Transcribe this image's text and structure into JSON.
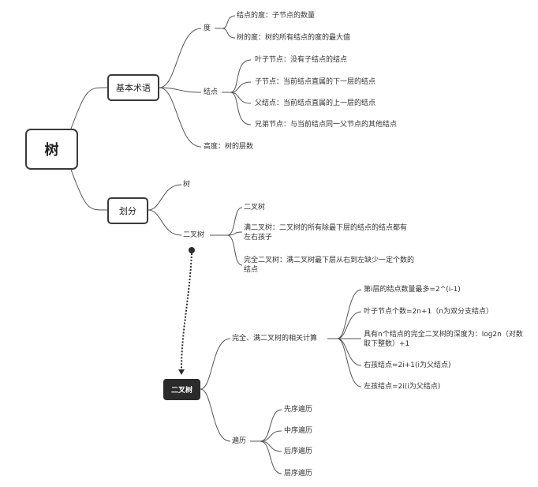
{
  "root": {
    "label": "树"
  },
  "basic_terms": {
    "label": "基本术语",
    "degree": {
      "label": "度",
      "items": [
        "结点的度：子节点的数量",
        "树的度：树的所有结点的度的最大值"
      ]
    },
    "node": {
      "label": "结点",
      "items": [
        "叶子节点：没有子结点的结点",
        "子节点：当前结点直属的下一层的结点",
        "父结点：当前结点直属的上一层的结点",
        "兄弟节点：与当前结点同一父节点的其他结点"
      ]
    },
    "height": "高度：树的层数"
  },
  "division": {
    "label": "划分",
    "tree": "树",
    "binary_tree": {
      "label": "二叉树",
      "items": [
        "二叉树",
        "满二叉树：二叉树的所有除最下层的结点的结点都有左右孩子",
        "完全二叉树：满二叉树最下层从右到左缺少一定个数的结点"
      ]
    }
  },
  "binary_topic": {
    "label": "二叉树",
    "calc": {
      "label": "完全、满二叉树的相关计算",
      "items": [
        "第i层的结点数量最多=2^(i-1)",
        "叶子节点个数=2n+1（n为双分支结点）",
        "具有n个结点的完全二叉树的深度为：log2n（对数取下整数）+1",
        "右孩结点=2i+1(i为父结点)",
        "左孩结点=2i(i为父结点)"
      ]
    },
    "traversal": {
      "label": "遍历",
      "items": [
        "先序遍历",
        "中序遍历",
        "后序遍历",
        "层序遍历"
      ]
    }
  }
}
